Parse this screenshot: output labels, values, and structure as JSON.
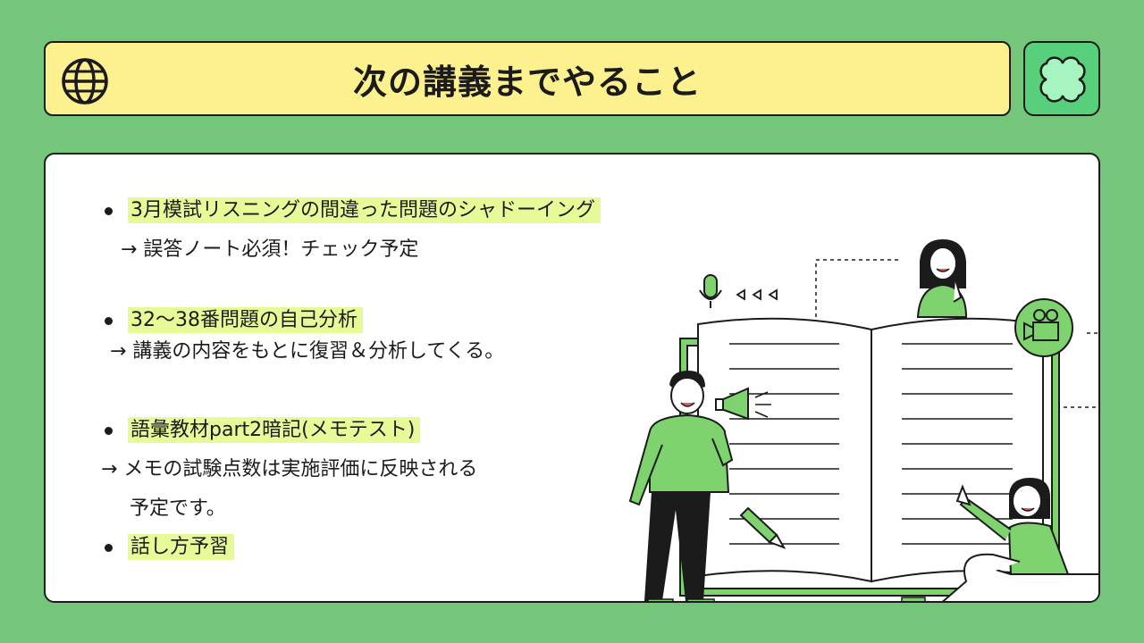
{
  "header": {
    "title": "次の講義までやること",
    "globe_icon": "globe-icon",
    "badge_icon": "flower-icon",
    "background_color": "#74c67a",
    "title_bar_color": "#fdf08e",
    "badge_color": "#58d07b"
  },
  "tasks": [
    {
      "title": "3月模試リスニングの間違った問題のシャドーイング",
      "notes": [
        "→ 誤答ノート必須！チェック予定"
      ]
    },
    {
      "title": "32〜38番問題の自己分析",
      "notes": [
        "→ 講義の内容をもとに復習＆分析してくる。"
      ]
    },
    {
      "title": "語彙教材part2暗記(メモテスト)",
      "notes": [
        "→ メモの試験点数は実施評価に反映される",
        "予定です。"
      ]
    },
    {
      "title": "話し方予習",
      "notes": []
    }
  ],
  "highlight_color": "#e6fa98",
  "illustration": {
    "icons": [
      "microphone-icon",
      "megaphone-icon",
      "video-camera-icon",
      "pencil-icon"
    ],
    "accent_color": "#7ed36f"
  }
}
